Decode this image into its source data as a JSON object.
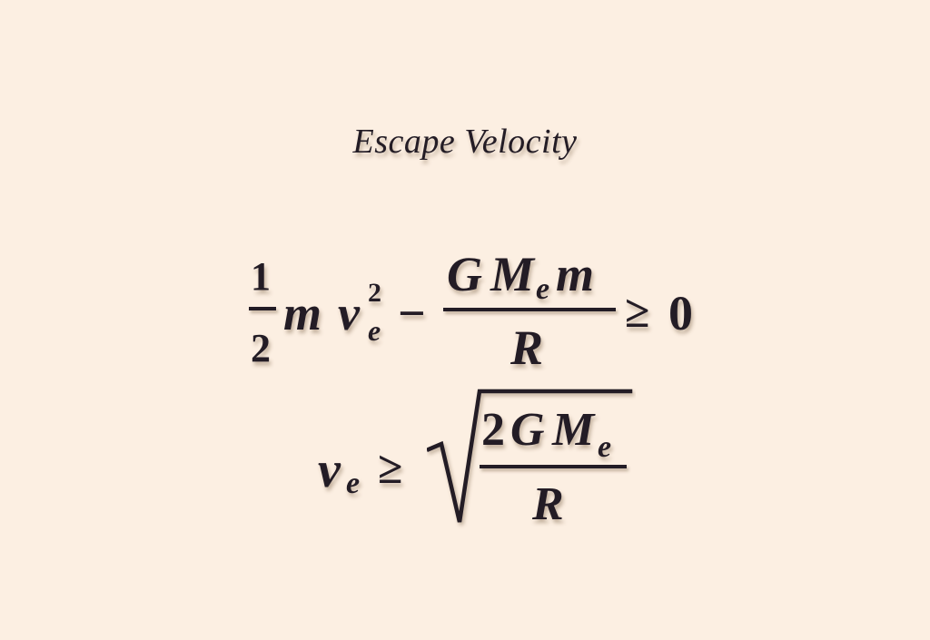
{
  "title": "Escape Velocity",
  "colors": {
    "background": "#fcefe2",
    "ink": "#231c25"
  },
  "equation1": {
    "half_numerator": "1",
    "half_denominator": "2",
    "m": "m",
    "v": "v",
    "v_subscript": "e",
    "v_superscript": "2",
    "minus": "−",
    "frac_num_G": "G",
    "frac_num_M": "M",
    "frac_num_M_subscript": "e",
    "frac_num_m": "m",
    "frac_denominator": "R",
    "relation": "≥",
    "rhs": "0"
  },
  "equation2": {
    "v": "v",
    "v_subscript": "e",
    "relation": "≥",
    "radical_icon": "square-root-icon",
    "frac_num_coeff": "2",
    "frac_num_G": "G",
    "frac_num_M": "M",
    "frac_num_M_subscript": "e",
    "frac_denominator": "R"
  }
}
